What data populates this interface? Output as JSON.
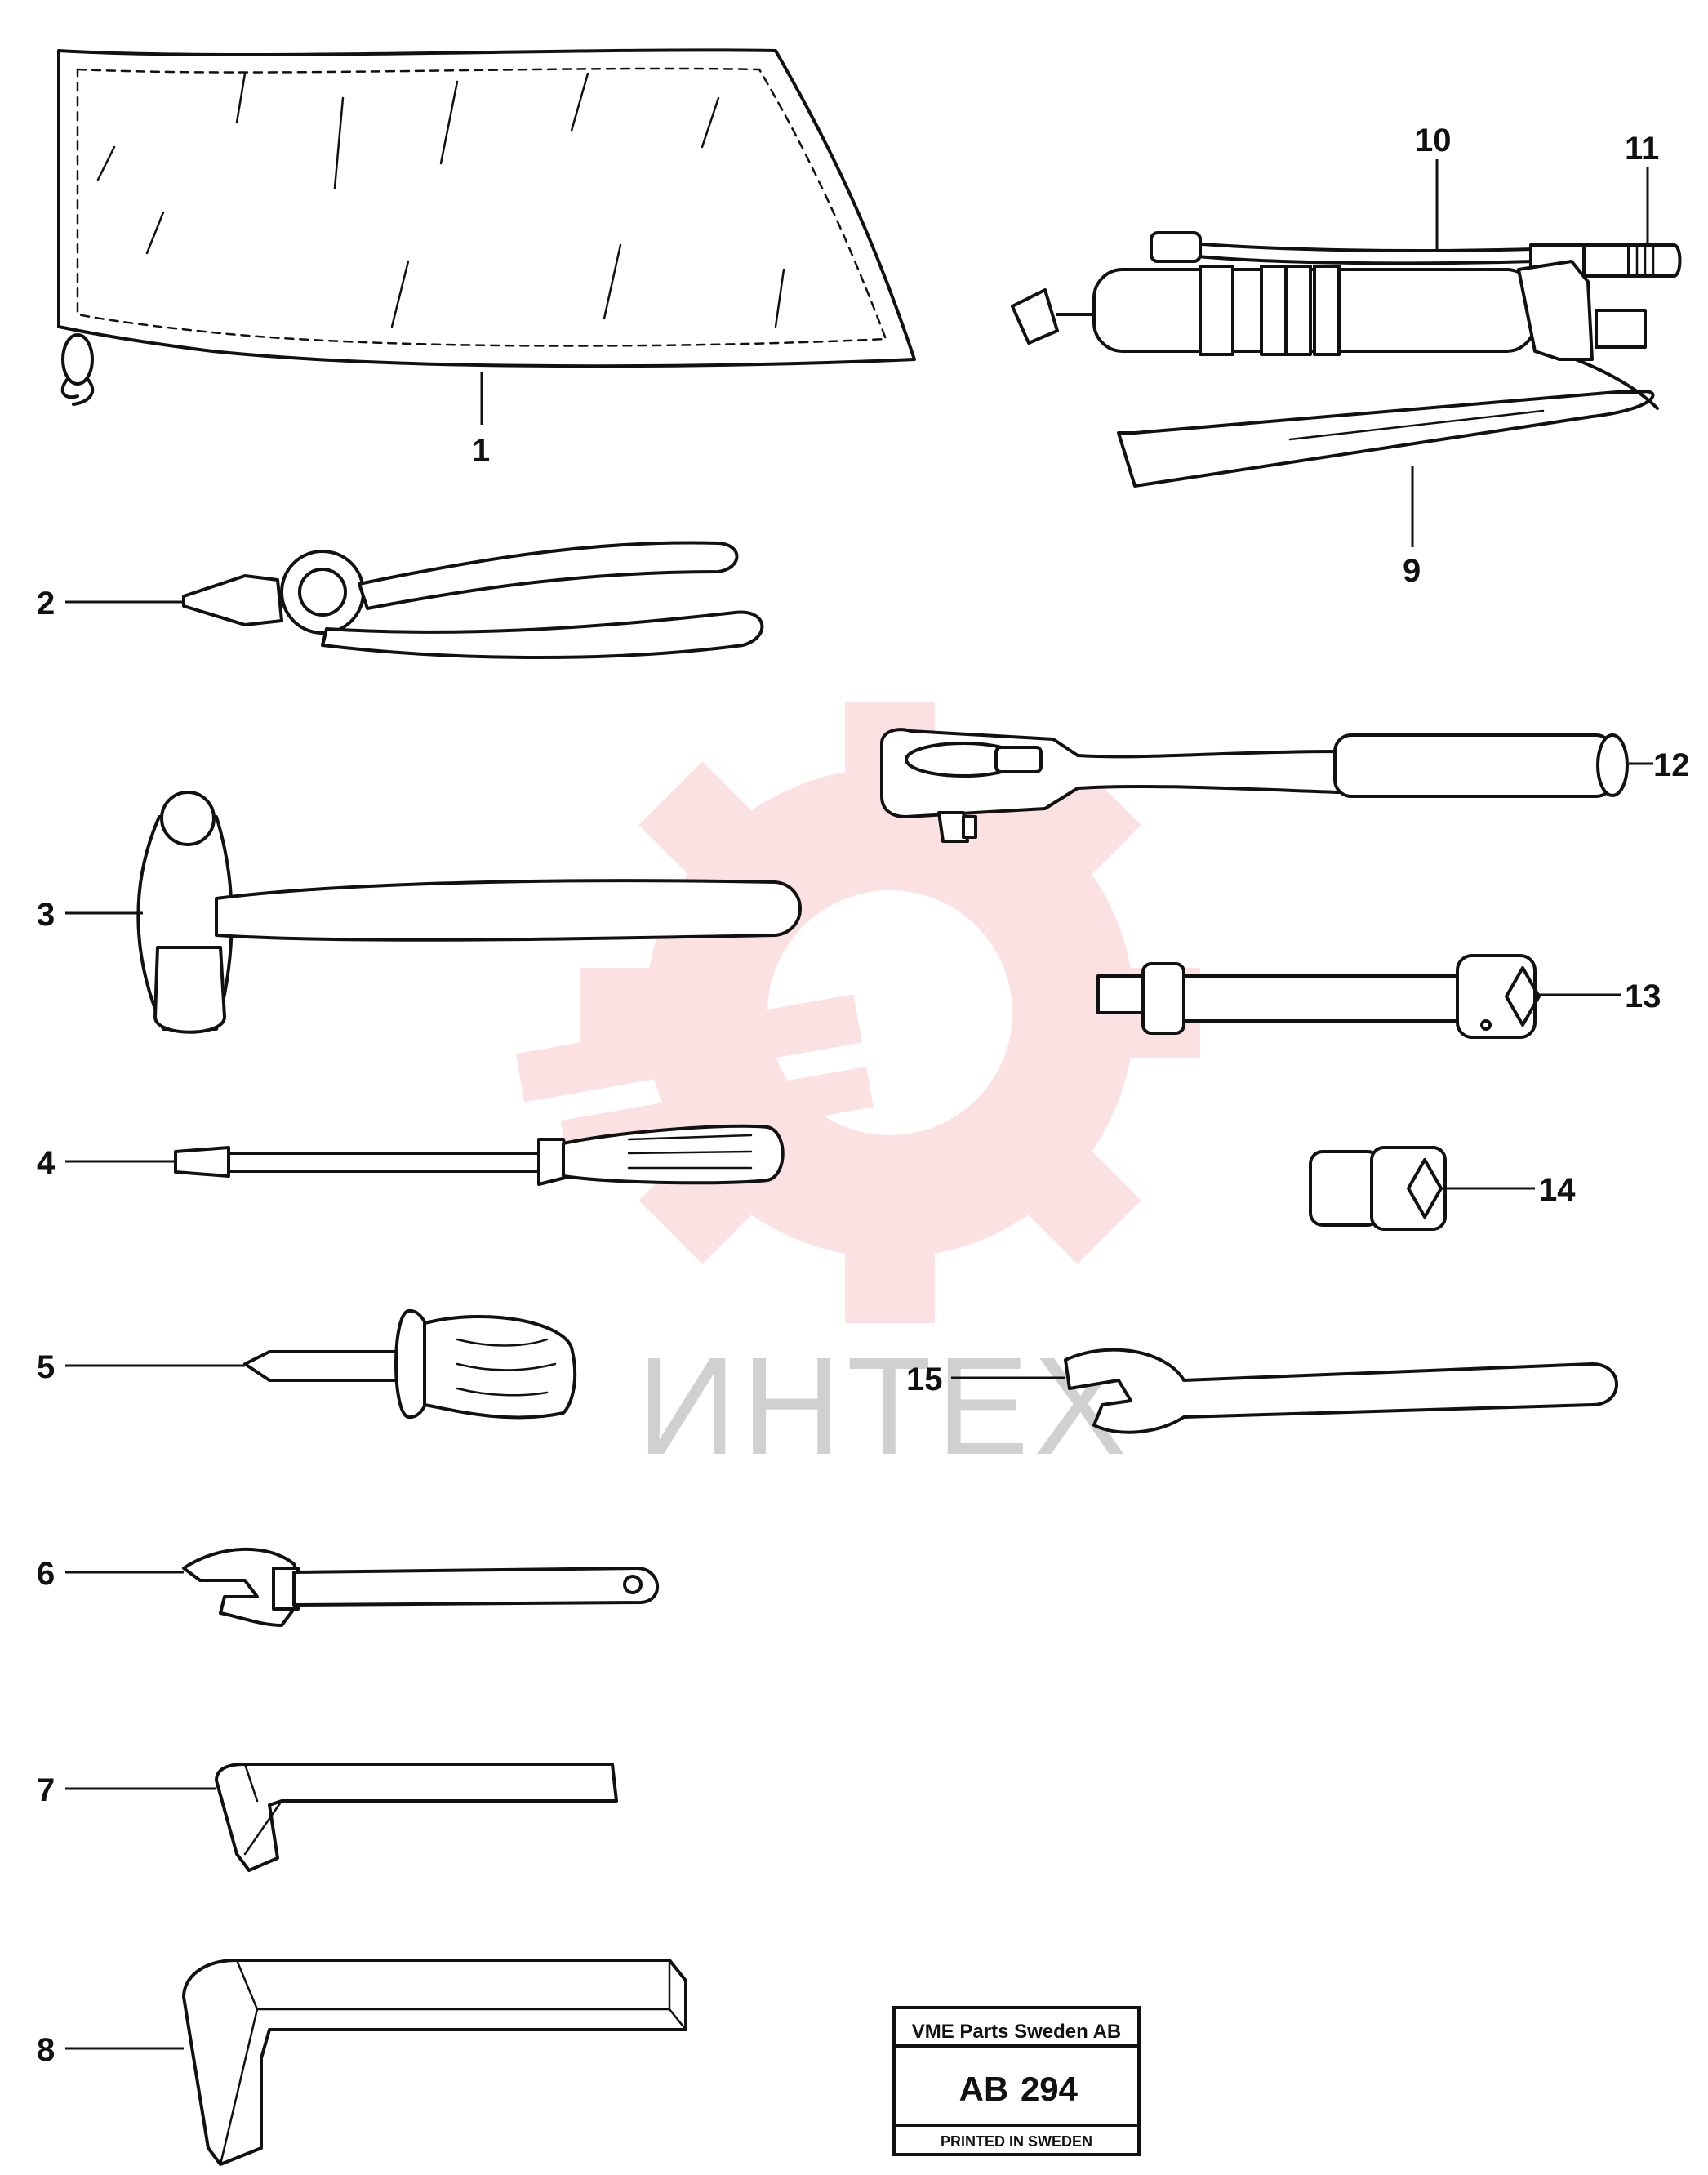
{
  "callouts": {
    "c1": "1",
    "c2": "2",
    "c3": "3",
    "c4": "4",
    "c5": "5",
    "c6": "6",
    "c7": "7",
    "c8": "8",
    "c9": "9",
    "c10": "10",
    "c11": "11",
    "c12": "12",
    "c13": "13",
    "c14": "14",
    "c15": "15"
  },
  "watermark": {
    "text": "ИНТЕХ",
    "color": "#e41e20"
  },
  "title_block": {
    "company": "VME Parts Sweden AB",
    "code_prefix": "AB",
    "code_number": "294",
    "footer": "PRINTED IN SWEDEN"
  }
}
